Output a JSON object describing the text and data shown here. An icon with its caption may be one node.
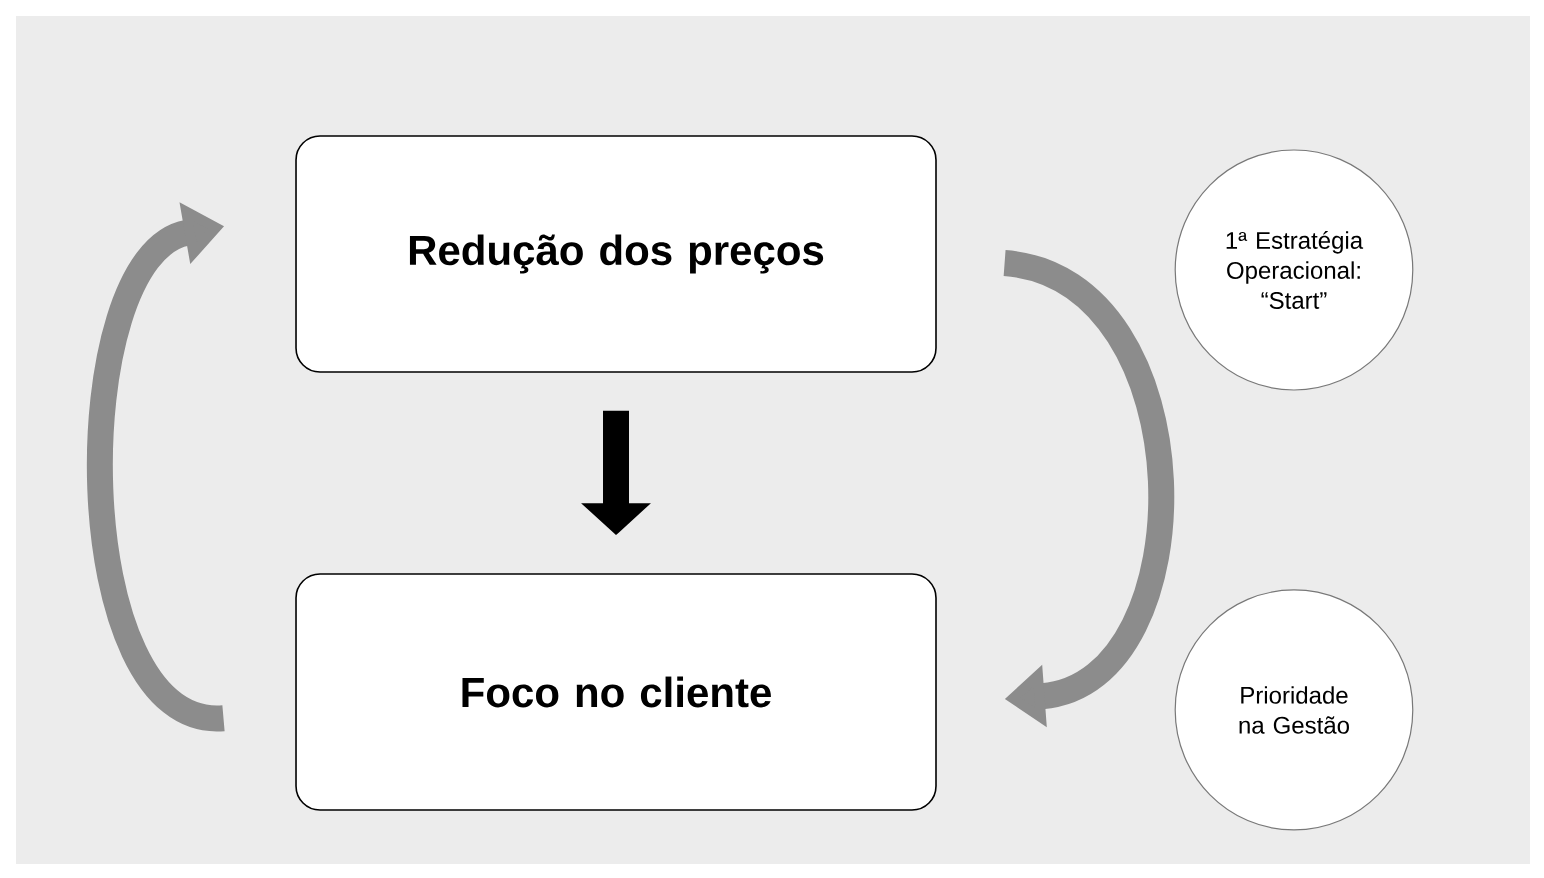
{
  "diagram": {
    "nodes": [
      {
        "text": [
          "Redução dos preços"
        ]
      },
      {
        "text": [
          "Foco no cliente"
        ]
      },
      {
        "text": [
          "1ª Estratégia Operacional: “Start”"
        ]
      },
      {
        "text": [
          "Prioridade na Gestão"
        ]
      }
    ],
    "edges": [
      {
        "from": 0,
        "to": 1,
        "arrow": "to",
        "color": "#000000"
      },
      {
        "from": 0,
        "to": 1,
        "arrow": "to"
      },
      {
        "from": 1,
        "to": 0,
        "arrow": "to"
      }
    ]
  }
}
